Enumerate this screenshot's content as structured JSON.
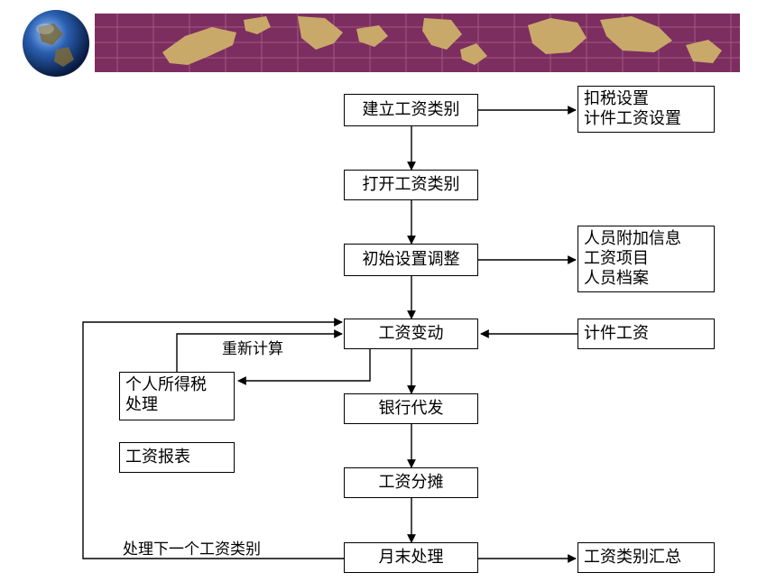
{
  "nodes": {
    "create_category": "建立工资类别",
    "open_category": "打开工资类别",
    "initial_settings": "初始设置调整",
    "salary_change": "工资变动",
    "bank_payment": "银行代发",
    "salary_allocation": "工资分摊",
    "month_end": "月末处理",
    "tax_settings": [
      "扣税设置",
      "计件工资设置"
    ],
    "personnel_items": [
      "人员附加信息",
      "工资项目",
      "人员档案"
    ],
    "piecework": "计件工资",
    "income_tax": [
      "个人所得税",
      "处理"
    ],
    "salary_report": "工资报表",
    "category_summary": "工资类别汇总"
  },
  "labels": {
    "recalculate": "重新计算",
    "next_category": "处理下一个工资类别"
  },
  "colors": {
    "banner_bg": "#7b2e5f",
    "banner_grid": "#b05a8a",
    "land": "#c9a96a",
    "line": "#000000"
  }
}
